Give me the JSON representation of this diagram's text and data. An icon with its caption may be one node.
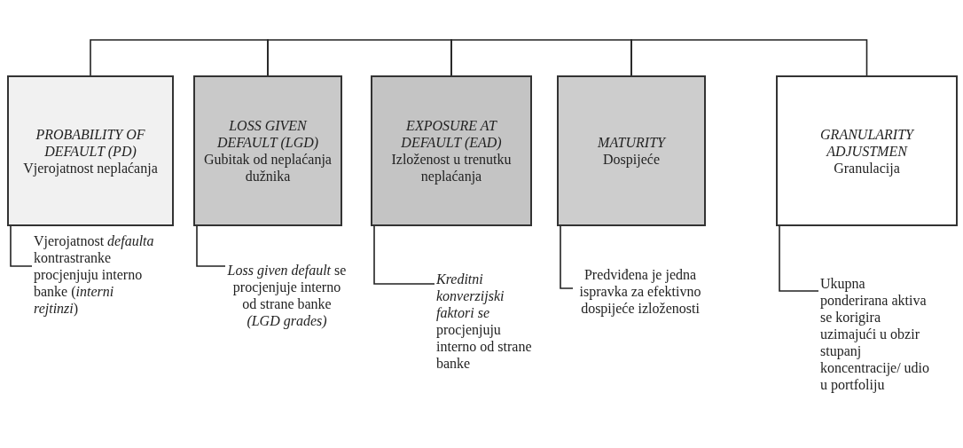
{
  "diagram": {
    "nodes": [
      {
        "text": [
          "PROBABILITY OF DEFAULT (PD)",
          "Vjerojatnost neplaćanja"
        ]
      },
      {
        "text": [
          "LOSS GIVEN DEFAULT (LGD)",
          "Gubitak od neplaćanja dužnika"
        ]
      },
      {
        "text": [
          "EXPOSURE AT DEFAULT (EAD)",
          "Izloženost u trenutku neplaćanja"
        ]
      },
      {
        "text": [
          "MATURITY",
          "Dospijeće"
        ]
      },
      {
        "text": [
          "GRANULARITY ADJUSTMEN",
          "Granulacija"
        ]
      },
      {
        "text": [
          "Vjerojatnost *defaulta* kontrastranke procjenjuju interno banke (*interni rejtinzi*)"
        ]
      },
      {
        "text": [
          "*Loss given default* se procjenjuje interno od strane banke *(LGD grades)*"
        ]
      },
      {
        "text": [
          "*Kreditni konverzijski faktori se* procjenjuju interno od strane banke"
        ]
      },
      {
        "text": [
          "Predviđena je jedna ispravka za efektivno dospijeće izloženosti"
        ]
      },
      {
        "text": [
          "Ukupna ponderirana aktiva se korigira uzimajući u obzir stupanj koncentracije/ udio u portfoliju"
        ]
      }
    ],
    "edges": [
      {
        "from": 0,
        "to": 1,
        "arrow": "none"
      },
      {
        "from": 1,
        "to": 2,
        "arrow": "none"
      },
      {
        "from": 2,
        "to": 3,
        "arrow": "none"
      },
      {
        "from": 3,
        "to": 4,
        "arrow": "none"
      },
      {
        "from": 0,
        "to": 5,
        "arrow": "none"
      },
      {
        "from": 1,
        "to": 6,
        "arrow": "none"
      },
      {
        "from": 2,
        "to": 7,
        "arrow": "none"
      },
      {
        "from": 3,
        "to": 8,
        "arrow": "none"
      },
      {
        "from": 4,
        "to": 9,
        "arrow": "none"
      }
    ]
  }
}
